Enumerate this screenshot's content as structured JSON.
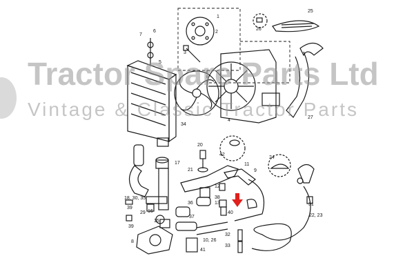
{
  "watermark": {
    "line1": "Tractor Spare Parts Ltd",
    "line2": "Vintage & Classic Tractor Parts"
  },
  "callouts": [
    {
      "id": "c1",
      "text": "1"
    },
    {
      "id": "c2",
      "text": "2"
    },
    {
      "id": "c3",
      "text": "3"
    },
    {
      "id": "c4",
      "text": "4"
    },
    {
      "id": "c5",
      "text": "5"
    },
    {
      "id": "c6",
      "text": "6"
    },
    {
      "id": "c7",
      "text": "7"
    },
    {
      "id": "c8",
      "text": "8"
    },
    {
      "id": "c9",
      "text": "9"
    },
    {
      "id": "c11",
      "text": "11"
    },
    {
      "id": "c12",
      "text": "12"
    },
    {
      "id": "c13",
      "text": "13"
    },
    {
      "id": "c15",
      "text": "15"
    },
    {
      "id": "c16",
      "text": "16"
    },
    {
      "id": "c17",
      "text": "17"
    },
    {
      "id": "c18",
      "text": "18, 30, 35"
    },
    {
      "id": "c20",
      "text": "20"
    },
    {
      "id": "c21",
      "text": "21"
    },
    {
      "id": "c22",
      "text": "22, 23"
    },
    {
      "id": "c24",
      "text": "24"
    },
    {
      "id": "c25",
      "text": "25"
    },
    {
      "id": "c26",
      "text": "26"
    },
    {
      "id": "c27",
      "text": "27"
    },
    {
      "id": "c29",
      "text": "29"
    },
    {
      "id": "c31",
      "text": "31"
    },
    {
      "id": "c32",
      "text": "32"
    },
    {
      "id": "c33",
      "text": "33"
    },
    {
      "id": "c34",
      "text": "34"
    },
    {
      "id": "c36",
      "text": "36"
    },
    {
      "id": "c37",
      "text": "37"
    },
    {
      "id": "c38",
      "text": "38"
    },
    {
      "id": "c39a",
      "text": "39"
    },
    {
      "id": "c39b",
      "text": "39"
    },
    {
      "id": "c40",
      "text": "40"
    },
    {
      "id": "c41",
      "text": "41"
    },
    {
      "id": "c42",
      "text": "42"
    },
    {
      "id": "c10",
      "text": "10, 26"
    }
  ],
  "colors": {
    "line": "#1a1a1a",
    "highlight_arrow": "#e0201c",
    "watermark": "#969696"
  },
  "icons": {
    "highlight": "red-down-arrow-icon"
  }
}
